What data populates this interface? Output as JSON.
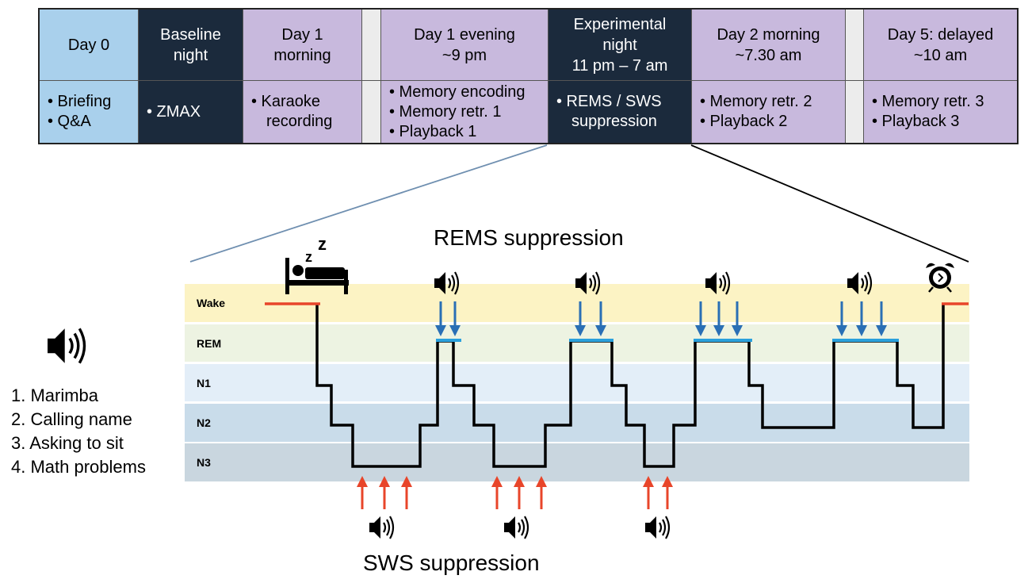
{
  "timeline": {
    "columns": [
      {
        "id": "day0",
        "head": [
          "Day 0"
        ],
        "items": [
          [
            "Briefing"
          ],
          [
            "Q&A"
          ]
        ],
        "color": "#a9d0ec",
        "light": false
      },
      {
        "id": "baseline",
        "head": [
          "Baseline",
          "night"
        ],
        "items": [
          [
            "ZMAX"
          ]
        ],
        "color": "#1b2a3c",
        "light": true
      },
      {
        "id": "day1morning",
        "head": [
          "Day 1",
          "morning"
        ],
        "items": [
          [
            "Karaoke",
            "recording"
          ]
        ],
        "color": "#c8b9dd",
        "light": false
      },
      {
        "id": "gap1",
        "head": [],
        "items": [],
        "color": "#ececec",
        "light": false
      },
      {
        "id": "day1evening",
        "head": [
          "Day 1 evening",
          "~9 pm"
        ],
        "items": [
          [
            "Memory encoding"
          ],
          [
            "Memory retr. 1"
          ],
          [
            "Playback 1"
          ]
        ],
        "color": "#c8b9dd",
        "light": false
      },
      {
        "id": "experimental",
        "head": [
          "Experimental",
          "night",
          "11 pm – 7 am"
        ],
        "items": [
          [
            "REMS / SWS",
            "suppression"
          ]
        ],
        "color": "#1b2a3c",
        "light": true
      },
      {
        "id": "day2morning",
        "head": [
          "Day 2 morning",
          "~7.30 am"
        ],
        "items": [
          [
            "Memory retr. 2"
          ],
          [
            "Playback  2"
          ]
        ],
        "color": "#c8b9dd",
        "light": false
      },
      {
        "id": "gap2",
        "head": [],
        "items": [],
        "color": "#ececec",
        "light": false
      },
      {
        "id": "day5",
        "head": [
          "Day 5: delayed",
          "~10 am"
        ],
        "items": [
          [
            "Memory retr. 3"
          ],
          [
            "Playback 3"
          ]
        ],
        "color": "#c8b9dd",
        "light": false
      }
    ]
  },
  "hypnogram": {
    "rems_title": "REMS suppression",
    "sws_title": "SWS suppression",
    "stages": [
      "Wake",
      "REM",
      "N1",
      "N2",
      "N3"
    ],
    "stage_colors": [
      "#fcf3c4",
      "#edf3e2",
      "#e3eef8",
      "#c9dcea",
      "#c9d6df"
    ],
    "rem_suppression_arrow_counts": [
      2,
      2,
      3,
      3
    ],
    "sws_suppression_arrow_counts": [
      3,
      3,
      2
    ],
    "wake_line_color": "#e8452a",
    "rem_line_color": "#2aa0dc",
    "down_arrow_color": "#2a6fb5",
    "up_arrow_color": "#e8452a",
    "bed_icon": "bed-sleep-icon",
    "alarm_icon": "alarm-clock-icon",
    "speaker_icon": "speaker-icon"
  },
  "legend": {
    "items": [
      "1. Marimba",
      "2. Calling name",
      "3. Asking to sit",
      "4. Math problems"
    ]
  }
}
